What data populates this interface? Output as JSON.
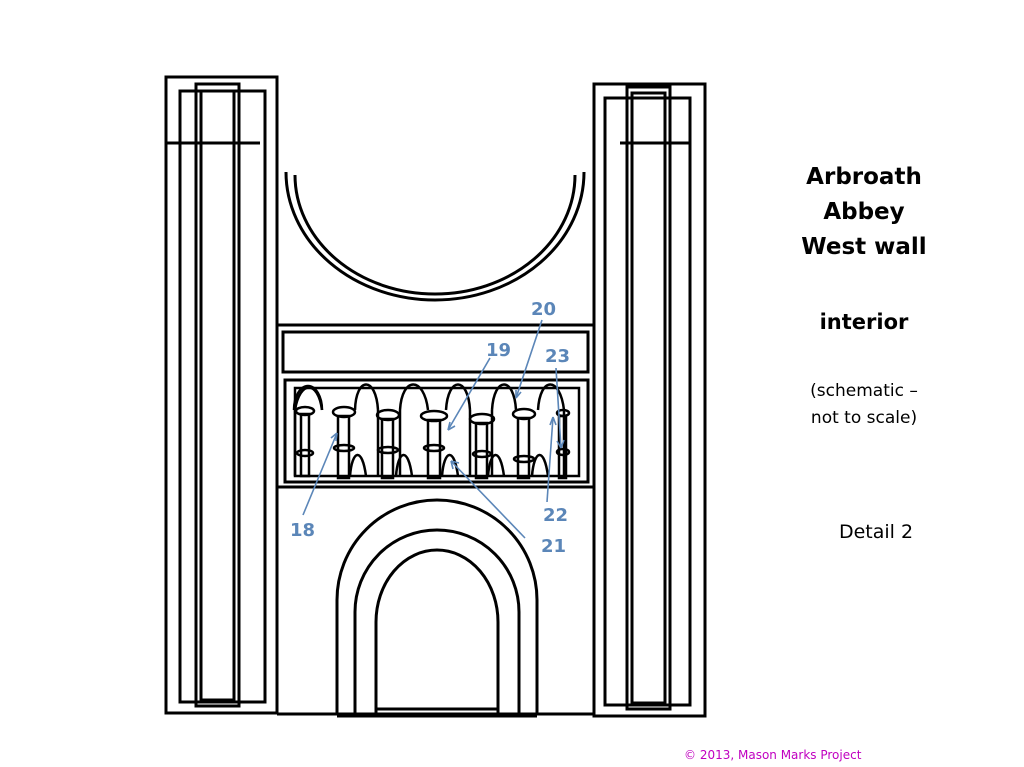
{
  "diagram": {
    "title_lines": [
      "Arbroath",
      "Abbey",
      "West wall"
    ],
    "subtitle": "interior",
    "note_lines": [
      "(schematic –",
      "not to scale)"
    ],
    "detail": "Detail 2",
    "copyright": "© 2013, Mason Marks Project",
    "callouts": {
      "c18": "18",
      "c19": "19",
      "c20": "20",
      "c21": "21",
      "c22": "22",
      "c23": "23"
    },
    "colors": {
      "line": "#000000",
      "callout": "#5b86b8",
      "copyright": "#c000c0"
    }
  }
}
